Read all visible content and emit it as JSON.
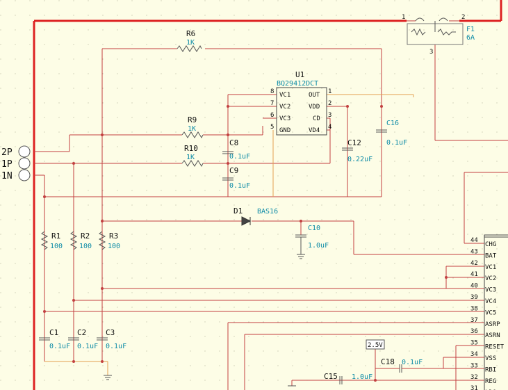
{
  "colors": {
    "background": "#fdfde6",
    "bus": "#dd2222",
    "wire": "#c24040",
    "wire_orange": "#e2a050",
    "label_cyan": "#0b8aa6",
    "label_black": "#111111"
  },
  "connectors": {
    "p2": "2P",
    "p1": "1P",
    "n1": "1N"
  },
  "fuse": {
    "ref": "F1",
    "value": "6A",
    "pin1": "1",
    "pin2": "2",
    "pin3": "3"
  },
  "u1": {
    "ref": "U1",
    "part": "BQ29412DCT",
    "left_pins": [
      {
        "num": "8",
        "name": "VC1"
      },
      {
        "num": "7",
        "name": "VC2"
      },
      {
        "num": "6",
        "name": "VC3"
      },
      {
        "num": "5",
        "name": "GND"
      }
    ],
    "right_pins": [
      {
        "num": "1",
        "name": "OUT"
      },
      {
        "num": "2",
        "name": "VDD"
      },
      {
        "num": "3",
        "name": "CD"
      },
      {
        "num": "4",
        "name": "VD4"
      }
    ]
  },
  "resistors": {
    "r6": {
      "ref": "R6",
      "value": "1K"
    },
    "r9": {
      "ref": "R9",
      "value": "1K"
    },
    "r10": {
      "ref": "R10",
      "value": "1K"
    },
    "r1": {
      "ref": "R1",
      "value": "100"
    },
    "r2": {
      "ref": "R2",
      "value": "100"
    },
    "r3": {
      "ref": "R3",
      "value": "100"
    }
  },
  "capacitors": {
    "c8": {
      "ref": "C8",
      "value": "0.1uF"
    },
    "c9": {
      "ref": "C9",
      "value": "0.1uF"
    },
    "c12": {
      "ref": "C12",
      "value": "0.22uF"
    },
    "c16": {
      "ref": "C16",
      "value": "0.1uF"
    },
    "c10": {
      "ref": "C10",
      "value": "1.0uF"
    },
    "c1": {
      "ref": "C1",
      "value": "0.1uF"
    },
    "c2": {
      "ref": "C2",
      "value": "0.1uF"
    },
    "c3": {
      "ref": "C3",
      "value": "0.1uF"
    },
    "c15": {
      "ref": "C15",
      "value": "1.0uF"
    },
    "c18": {
      "ref": "C18",
      "value": "0.1uF"
    }
  },
  "diode": {
    "ref": "D1",
    "part": "BAS16"
  },
  "ref_label": "2.5V",
  "ic_pins": [
    {
      "num": "44",
      "name": "CHG"
    },
    {
      "num": "43",
      "name": "BAT"
    },
    {
      "num": "42",
      "name": "VC1"
    },
    {
      "num": "41",
      "name": "VC2"
    },
    {
      "num": "40",
      "name": "VC3"
    },
    {
      "num": "39",
      "name": "VC4"
    },
    {
      "num": "38",
      "name": "VC5"
    },
    {
      "num": "37",
      "name": "ASRP"
    },
    {
      "num": "36",
      "name": "ASRN"
    },
    {
      "num": "35",
      "name": "RESET"
    },
    {
      "num": "34",
      "name": "VSS"
    },
    {
      "num": "33",
      "name": "RBI"
    },
    {
      "num": "32",
      "name": "REG"
    },
    {
      "num": "31",
      "name": "LDO"
    }
  ]
}
